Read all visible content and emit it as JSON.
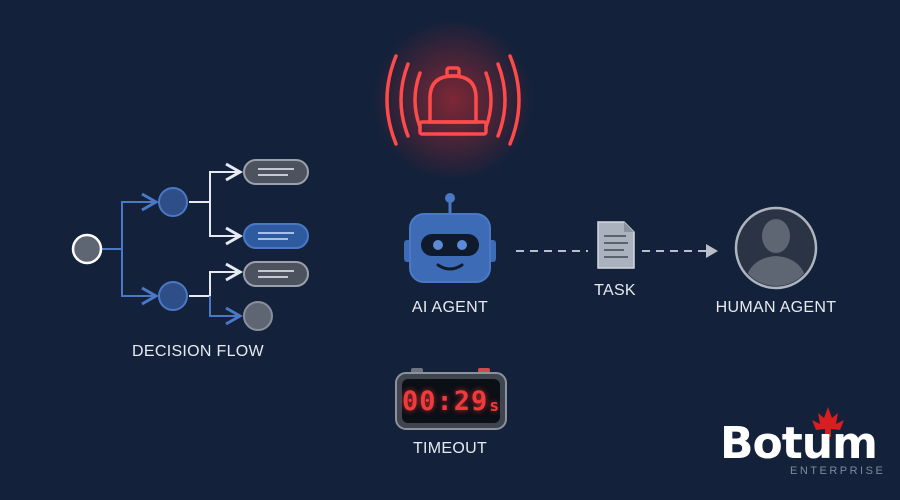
{
  "labels": {
    "decision_flow": "DECISION FLOW",
    "ai_agent": "AI AGENT",
    "task": "TASK",
    "human_agent": "HUMAN AGENT",
    "timeout": "TIMEOUT"
  },
  "timer": {
    "value": "00:29",
    "unit": "s"
  },
  "logo": {
    "wordmark": "Botum",
    "subtitle": "ENTERPRISE"
  },
  "icons": {
    "alarm": "alarm-bell-icon",
    "robot": "robot-icon",
    "document": "document-icon",
    "person": "person-icon",
    "clock": "digital-clock-icon",
    "maple_leaf": "maple-leaf-icon"
  },
  "colors": {
    "background": "#14213a",
    "accent_blue": "#4a78c4",
    "alert_red": "#ef3b3b",
    "node_gray": "#5f6673",
    "text": "#e6ebf2"
  }
}
